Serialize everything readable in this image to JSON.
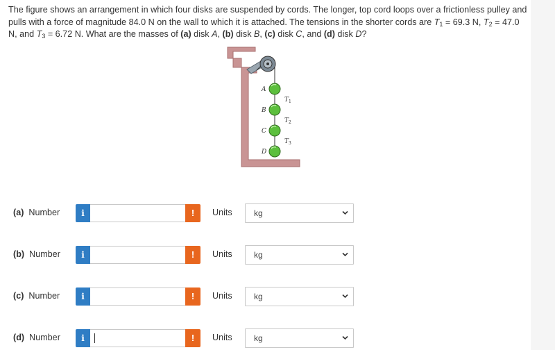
{
  "question": {
    "intro": "The figure shows an arrangement in which four disks are suspended by cords. The longer, top cord loops over a frictionless pulley and pulls with a force of magnitude 84.0 N on the wall to which it is attached. The tensions in the shorter cords are ",
    "t1_sym": "T",
    "t1_sub": "1",
    "t1_val": " = 69.3 N, ",
    "t2_sym": "T",
    "t2_sub": "2",
    "t2_val": " = 47.0 N, and ",
    "t3_sym": "T",
    "t3_sub": "3",
    "t3_val": " = 6.72 N. What are the masses of ",
    "pa": "(a)",
    "ta": " disk ",
    "A": "A",
    "sa": ", ",
    "pb": "(b)",
    "tb": " disk ",
    "B": "B",
    "sb": ", ",
    "pc": "(c)",
    "tc": " disk ",
    "C": "C",
    "sc": ", and ",
    "pd": "(d)",
    "td": " disk ",
    "D": "D",
    "end": "?"
  },
  "figure": {
    "disk_labels": [
      "A",
      "B",
      "C",
      "D"
    ],
    "tension_labels": [
      {
        "sym": "T",
        "sub": "1"
      },
      {
        "sym": "T",
        "sub": "2"
      },
      {
        "sym": "T",
        "sub": "3"
      }
    ],
    "colors": {
      "wall": "#c99494",
      "wall_edge": "#a86f6f",
      "disk": "#5cbf3d",
      "disk_edge": "#2f6b1d",
      "pulley": "#7d8a95"
    }
  },
  "answers": [
    {
      "letter": "(a)",
      "label": "Number",
      "info_icon": "i",
      "value": "",
      "warn_icon": "!",
      "units_label": "Units",
      "units_value": "kg"
    },
    {
      "letter": "(b)",
      "label": "Number",
      "info_icon": "i",
      "value": "",
      "warn_icon": "!",
      "units_label": "Units",
      "units_value": "kg"
    },
    {
      "letter": "(c)",
      "label": "Number",
      "info_icon": "i",
      "value": "",
      "warn_icon": "!",
      "units_label": "Units",
      "units_value": "kg"
    },
    {
      "letter": "(d)",
      "label": "Number",
      "info_icon": "i",
      "value": "",
      "warn_icon": "!",
      "units_label": "Units",
      "units_value": "kg"
    }
  ],
  "colors": {
    "info_button": "#2f7dc4",
    "warning_button": "#e8661e"
  }
}
